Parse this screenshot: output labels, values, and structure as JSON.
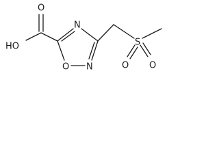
{
  "molecule": {
    "atoms": {
      "hydroxyl": "HO",
      "carbonyl_oxygen": "O",
      "ring_nitrogen_top": "N",
      "ring_oxygen": "O",
      "ring_nitrogen_bottom": "N",
      "sulfur": "S",
      "sulfonyl_oxygen_left": "O",
      "sulfonyl_oxygen_right": "O"
    }
  }
}
